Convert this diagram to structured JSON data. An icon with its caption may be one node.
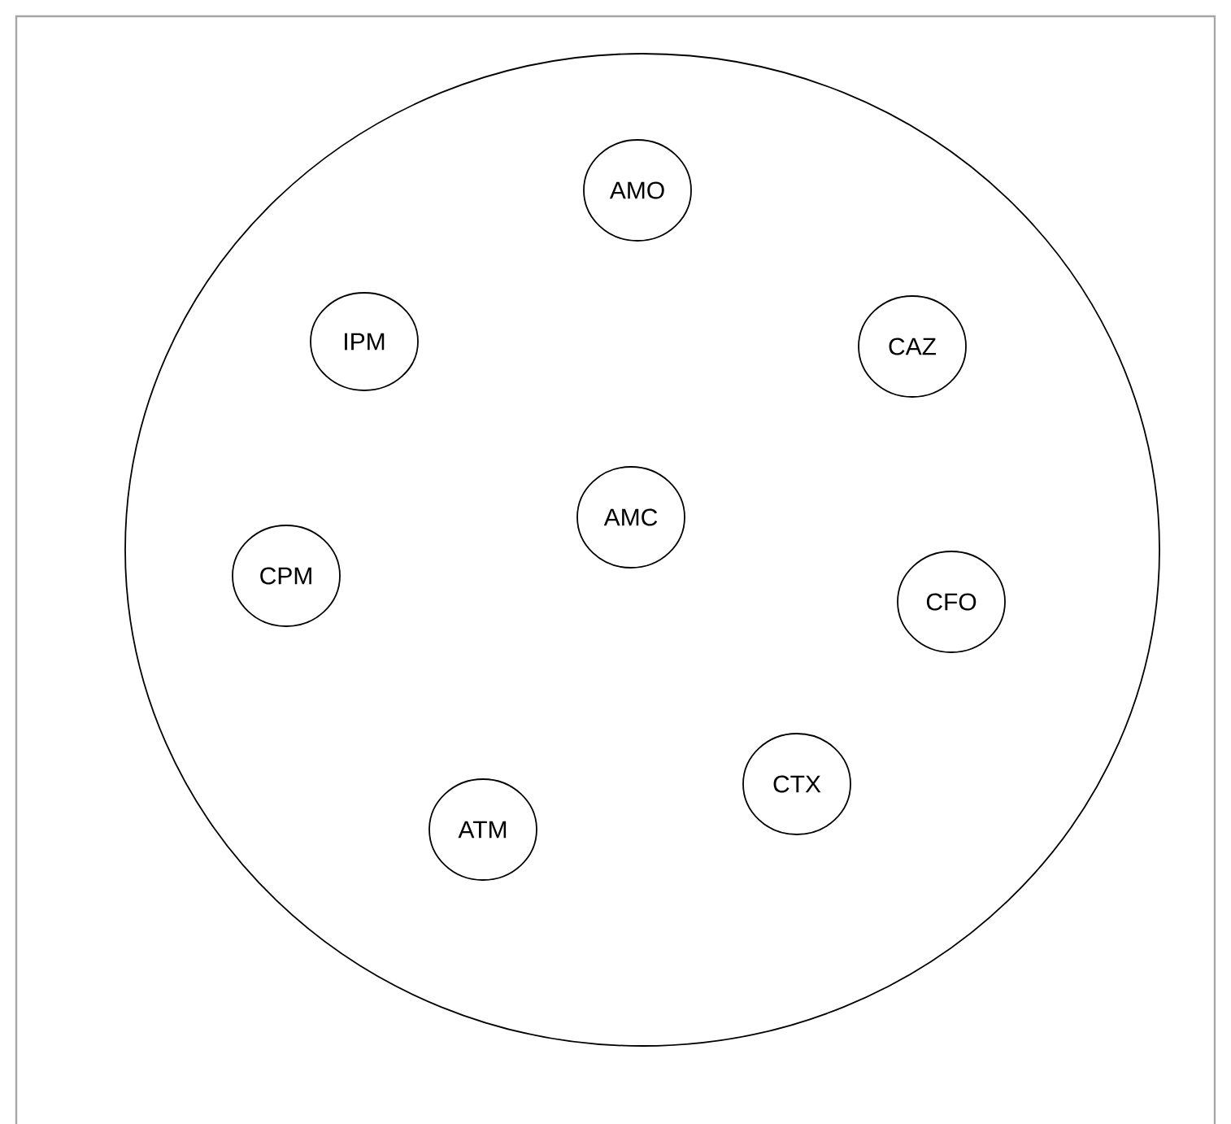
{
  "diagram": {
    "nodes": [
      {
        "text": [],
        "shape": "circle"
      },
      {
        "text": [
          "AMO"
        ],
        "in": 0
      },
      {
        "text": [
          "IPM"
        ],
        "in": 0
      },
      {
        "text": [
          "CAZ"
        ],
        "in": 0
      },
      {
        "text": [
          "AMC"
        ],
        "in": 0
      },
      {
        "text": [
          "CPM"
        ],
        "in": 0
      },
      {
        "text": [
          "CFO"
        ],
        "in": 0
      },
      {
        "text": [
          "CTX"
        ],
        "in": 0
      },
      {
        "text": [
          "ATM"
        ],
        "in": 0
      }
    ]
  }
}
